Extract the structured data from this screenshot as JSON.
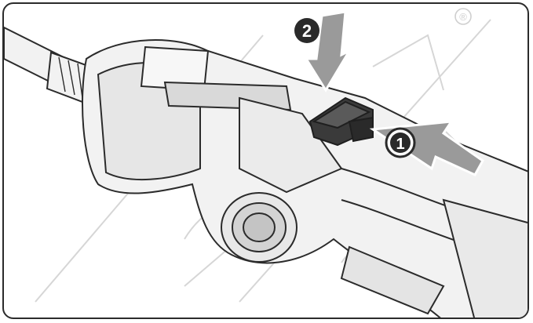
{
  "figure": {
    "steps": [
      {
        "number": "2",
        "action": "press-down"
      },
      {
        "number": "1",
        "action": "push"
      }
    ],
    "colors": {
      "outline": "#2b2b2b",
      "tool_body": "#f2f2f2",
      "tool_shade": "#d9d9d9",
      "grip_dark": "#3a3a3a",
      "arrow_fill": "#9a9a9a",
      "step_badge": "#2a2a2a",
      "watermark": "#d6d6d6"
    },
    "icons": [
      "registered-mark-icon",
      "step-arrow-icon"
    ]
  },
  "watermark": {
    "registered_symbol": "®"
  }
}
